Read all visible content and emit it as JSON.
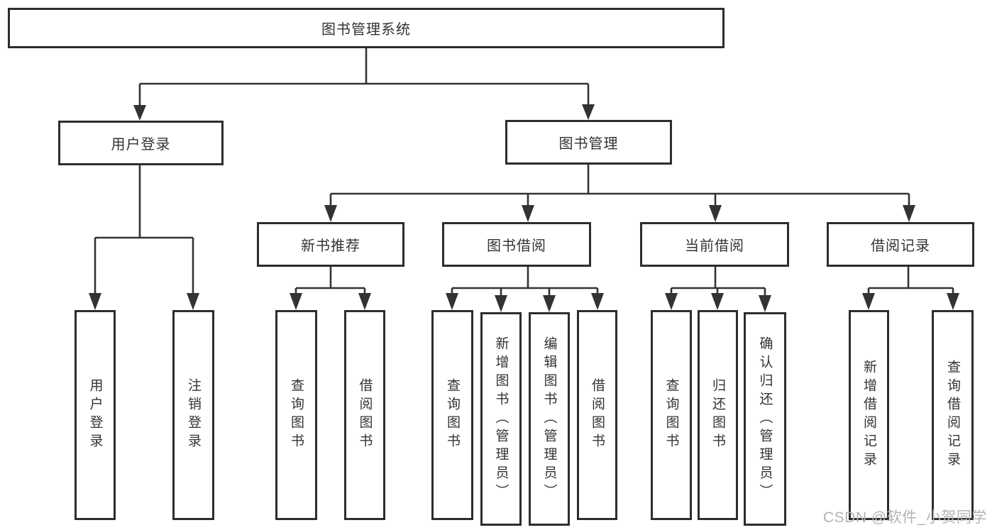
{
  "tree": {
    "root": "图书管理系统",
    "branches": [
      {
        "label": "用户登录",
        "children": [
          "用户登录",
          "注销登录"
        ]
      },
      {
        "label": "图书管理",
        "sections": [
          {
            "label": "新书推荐",
            "children": [
              "查询图书",
              "借阅图书"
            ]
          },
          {
            "label": "图书借阅",
            "children": [
              "查询图书",
              "新增图书（管理员）",
              "编辑图书（管理员）",
              "借阅图书"
            ]
          },
          {
            "label": "当前借阅",
            "children": [
              "查询图书",
              "归还图书",
              "确认归还（管理员）"
            ]
          },
          {
            "label": "借阅记录",
            "children": [
              "新增借阅记录",
              "查询借阅记录"
            ]
          }
        ]
      }
    ]
  },
  "watermark": "CSDN @软件_小贺同学",
  "colors": {
    "line": "#333333",
    "box_border": "#2d2d2d",
    "text": "#333333",
    "watermark": "#b3b3b3",
    "background": "#ffffff"
  }
}
